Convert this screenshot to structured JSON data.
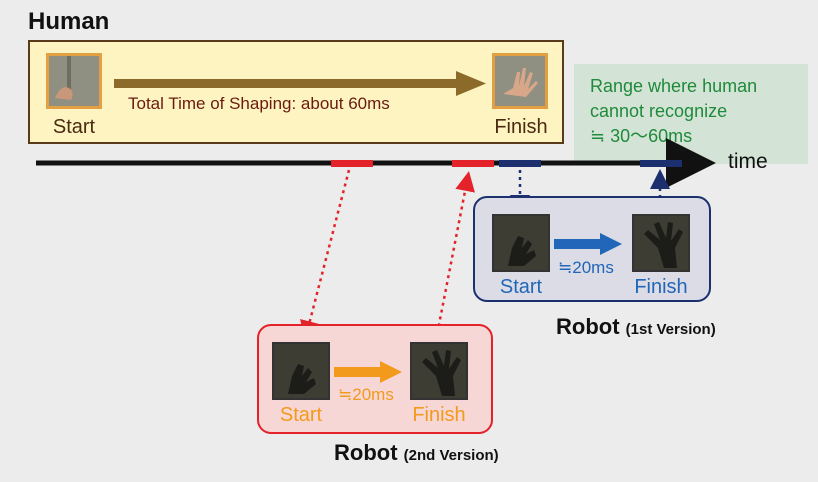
{
  "human": {
    "title": "Human",
    "start_label": "Start",
    "finish_label": "Finish",
    "shaping_text": "Total Time of Shaping: about 60ms"
  },
  "range": {
    "line1": "Range where human",
    "line2": "cannot recognize",
    "line3": "≒  30〜60ms"
  },
  "timeline": {
    "label": "time"
  },
  "robot1": {
    "title": "Robot",
    "version": "(1st Version)",
    "start_label": "Start",
    "finish_label": "Finish",
    "duration": "≒20ms",
    "color": "#2166b8"
  },
  "robot2": {
    "title": "Robot",
    "version": "(2nd Version)",
    "start_label": "Start",
    "finish_label": "Finish",
    "duration": "≒20ms",
    "color": "#f29a1c"
  },
  "colors": {
    "human_arrow": "#8b6a2a",
    "red_marker": "#e3222a",
    "blue_marker": "#1c2f6e",
    "range_text": "#1f8a3a"
  }
}
